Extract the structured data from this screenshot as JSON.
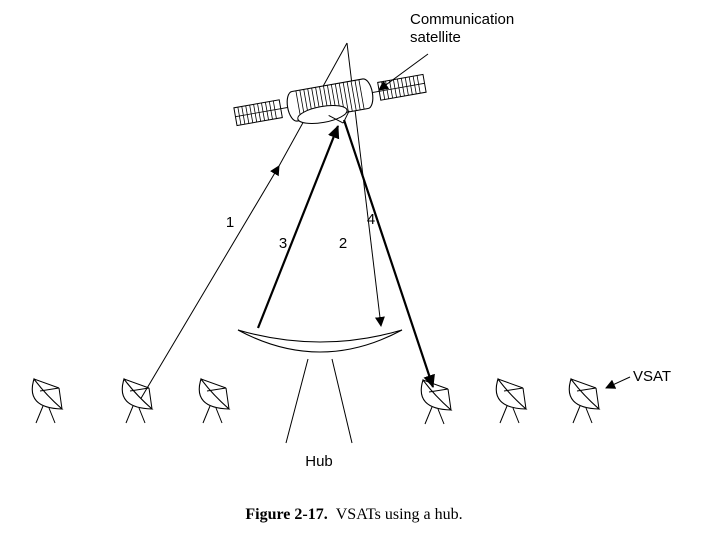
{
  "diagram": {
    "satellite_label": {
      "line1": "Communication",
      "line2": "satellite"
    },
    "path_labels": {
      "p1": "1",
      "p2": "2",
      "p3": "3",
      "p4": "4"
    },
    "hub_label": "Hub",
    "vsat_label": "VSAT"
  },
  "caption": {
    "figure": "Figure 2-17.",
    "text": "VSATs using a hub."
  },
  "colors": {
    "ink": "#000000",
    "background": "#ffffff"
  }
}
